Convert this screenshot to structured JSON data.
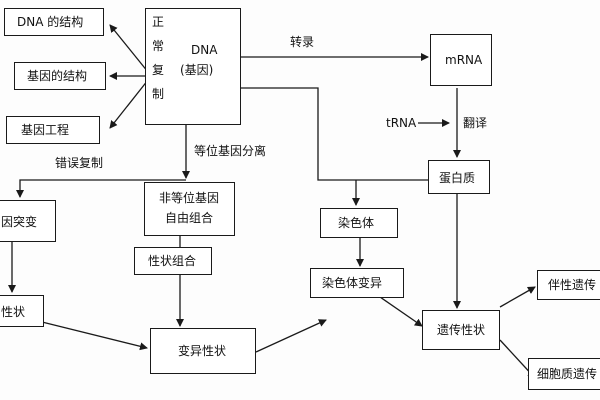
{
  "nodes": {
    "dna_structure": "DNA 的结构",
    "gene_structure": "基因的结构",
    "genetic_engineering": "基因工程",
    "normal_replication_chars": [
      "正",
      "常",
      "复",
      "制"
    ],
    "dna_gene_line1": "DNA",
    "dna_gene_line2": "(基因)",
    "mrna": "mRNA",
    "trna": "tRNA",
    "protein": "蛋白质",
    "gene_mutation": "因突变",
    "nonallelic_line1": "非等位基因",
    "nonallelic_line2": "自由组合",
    "trait_combination": "性状组合",
    "chromosome": "染色体",
    "chromosome_variation": "染色体变异",
    "left_trait": "性状",
    "variant_trait": "变异性状",
    "hereditary_trait": "遗传性状",
    "sex_linked": "伴性遗传",
    "cytoplasmic": "细胞质遗传"
  },
  "edge_labels": {
    "transcription": "转录",
    "translation": "翻译",
    "allele_segregation": "等位基因分离",
    "replication_error": "错误复制"
  },
  "colors": {
    "line": "#1a1a1a",
    "text": "#111111",
    "background": "#fdfdfd"
  }
}
